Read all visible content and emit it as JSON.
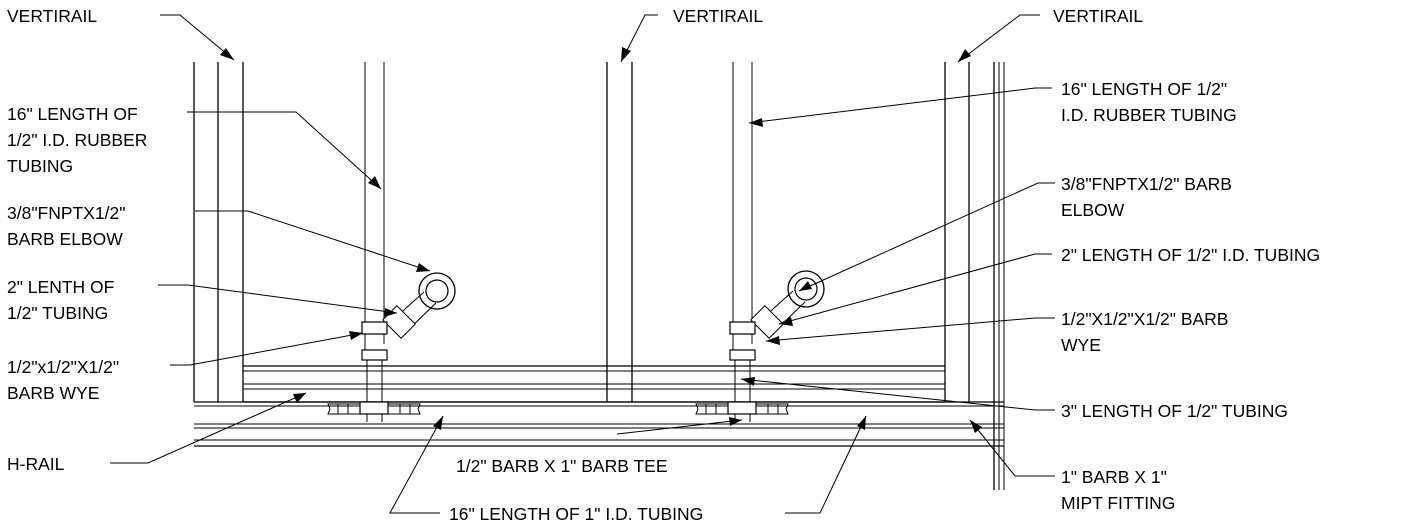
{
  "labels": {
    "vertirail_left": "VERTIRAIL",
    "vertirail_center": "VERTIRAIL",
    "vertirail_right": "VERTIRAIL",
    "rubber_tubing_left": [
      "16\" LENGTH OF",
      "1/2\" I.D. RUBBER",
      "TUBING"
    ],
    "elbow_left": [
      "3/8\"FNPTX1/2\"",
      "BARB ELBOW"
    ],
    "tubing2_left": [
      "2\" LENTH OF",
      "1/2\" TUBING"
    ],
    "wye_left": [
      "1/2\"x1/2\"X1/2\"",
      "BARB WYE"
    ],
    "hrail": "H-RAIL",
    "tee": "1/2\" BARB X 1\" BARB TEE",
    "tubing16_bottom": "16\" LENGTH OF 1\" I.D. TUBING",
    "rubber_tubing_right": [
      "16\" LENGTH OF 1/2\"",
      "I.D. RUBBER TUBING"
    ],
    "elbow_right": [
      "3/8\"FNPTX1/2\" BARB",
      "ELBOW"
    ],
    "tubing2_right": "2\" LENGTH OF 1/2\" I.D. TUBING",
    "wye_right": [
      "1/2\"X1/2\"X1/2\" BARB",
      "WYE"
    ],
    "tubing3_right": "3\" LENGTH OF 1/2\" TUBING",
    "mipt_fitting": [
      "1\" BARB X 1\"",
      "MIPT FITTING"
    ]
  }
}
